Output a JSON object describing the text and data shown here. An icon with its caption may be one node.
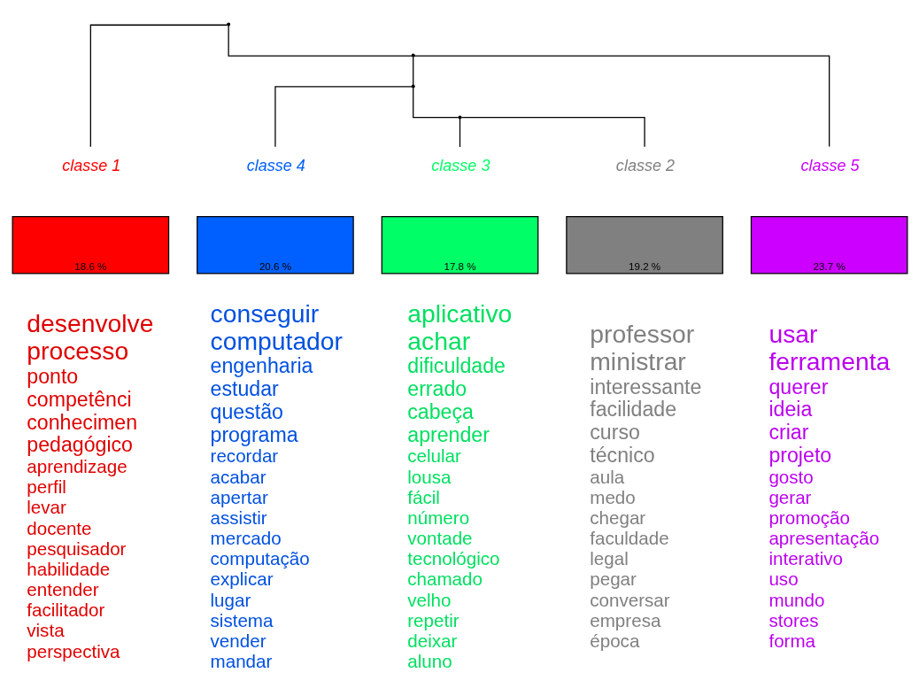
{
  "diagram": {
    "nodes": [
      {
        "text": [],
        "shape": "point"
      },
      {
        "text": [],
        "shape": "point"
      },
      {
        "text": [],
        "shape": "point"
      },
      {
        "text": [],
        "shape": "point"
      },
      {
        "text": [
          "classe 1"
        ]
      },
      {
        "text": [
          "classe 4"
        ]
      },
      {
        "text": [
          "classe 3"
        ]
      },
      {
        "text": [
          "classe 2"
        ]
      },
      {
        "text": [
          "classe 5"
        ]
      },
      {
        "text": [
          "18.6 %"
        ],
        "beside": [
          "desenvolve",
          "processo",
          "ponto",
          "competênci",
          "conhecimen",
          "pedagógico",
          "aprendizage",
          "perfil",
          "levar",
          "docente",
          "pesquisador",
          "habilidade",
          "entender",
          "facilitador",
          "vista",
          "perspectiva"
        ]
      },
      {
        "text": [
          "20.6 %"
        ],
        "beside": [
          "conseguir",
          "computador",
          "engenharia",
          "estudar",
          "questão",
          "programa",
          "recordar",
          "acabar",
          "apertar",
          "assistir",
          "mercado",
          "computação",
          "explicar",
          "lugar",
          "sistema",
          "vender",
          "mandar"
        ]
      },
      {
        "text": [
          "17.8 %"
        ],
        "beside": [
          "aplicativo",
          "achar",
          "dificuldade",
          "errado",
          "cabeça",
          "aprender",
          "celular",
          "lousa",
          "fácil",
          "número",
          "vontade",
          "tecnológico",
          "chamado",
          "velho",
          "repetir",
          "deixar",
          "aluno"
        ]
      },
      {
        "text": [
          "19.2 %"
        ],
        "beside": [
          "professor",
          "ministrar",
          "interessante",
          "facilidade",
          "curso",
          "técnico",
          "aula",
          "medo",
          "chegar",
          "faculdade",
          "legal",
          "pegar",
          "conversar",
          "empresa",
          "época"
        ]
      },
      {
        "text": [
          "23.7 %"
        ],
        "beside": [
          "usar",
          "ferramenta",
          "querer",
          "ideia",
          "criar",
          "projeto",
          "gosto",
          "gerar",
          "promoção",
          "apresentação",
          "interativo",
          "uso",
          "mundo",
          "stores",
          "forma"
        ]
      }
    ],
    "edges": [
      {
        "from": 0,
        "to": 4,
        "arrow": "none"
      },
      {
        "from": 0,
        "to": 1,
        "arrow": "none"
      },
      {
        "from": 1,
        "to": 2,
        "arrow": "none"
      },
      {
        "from": 1,
        "to": 8,
        "arrow": "none"
      },
      {
        "from": 2,
        "to": 5,
        "arrow": "none"
      },
      {
        "from": 2,
        "to": 3,
        "arrow": "none"
      },
      {
        "from": 3,
        "to": 6,
        "arrow": "none"
      },
      {
        "from": 3,
        "to": 7,
        "arrow": "none"
      }
    ]
  }
}
